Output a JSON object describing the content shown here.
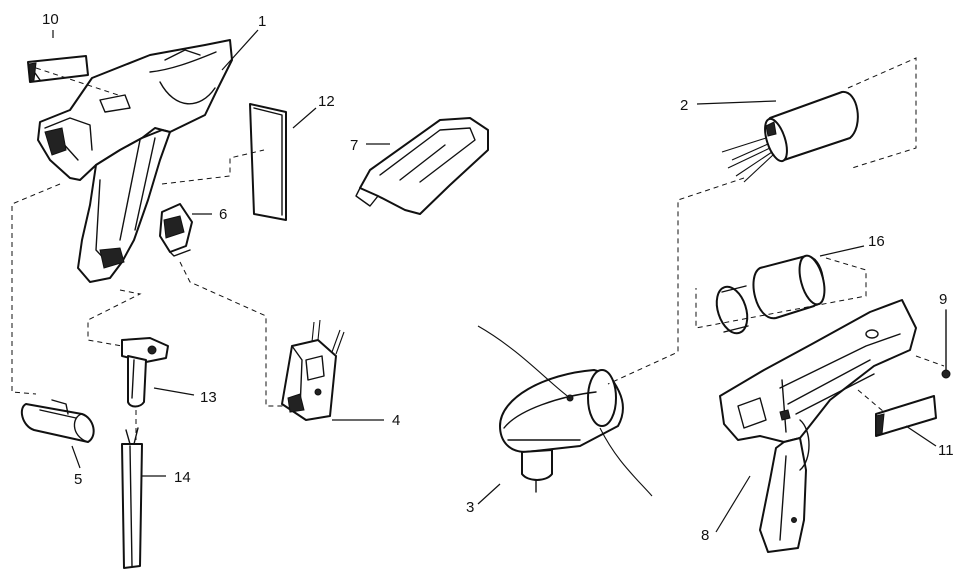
{
  "callouts": {
    "p1": "1",
    "p2": "2",
    "p3": "3",
    "p4": "4",
    "p5": "5",
    "p6": "6",
    "p7": "7",
    "p8": "8",
    "p9": "9",
    "p10": "10",
    "p11": "11",
    "p12": "12",
    "p13": "13",
    "p14": "14",
    "p16": "16"
  }
}
